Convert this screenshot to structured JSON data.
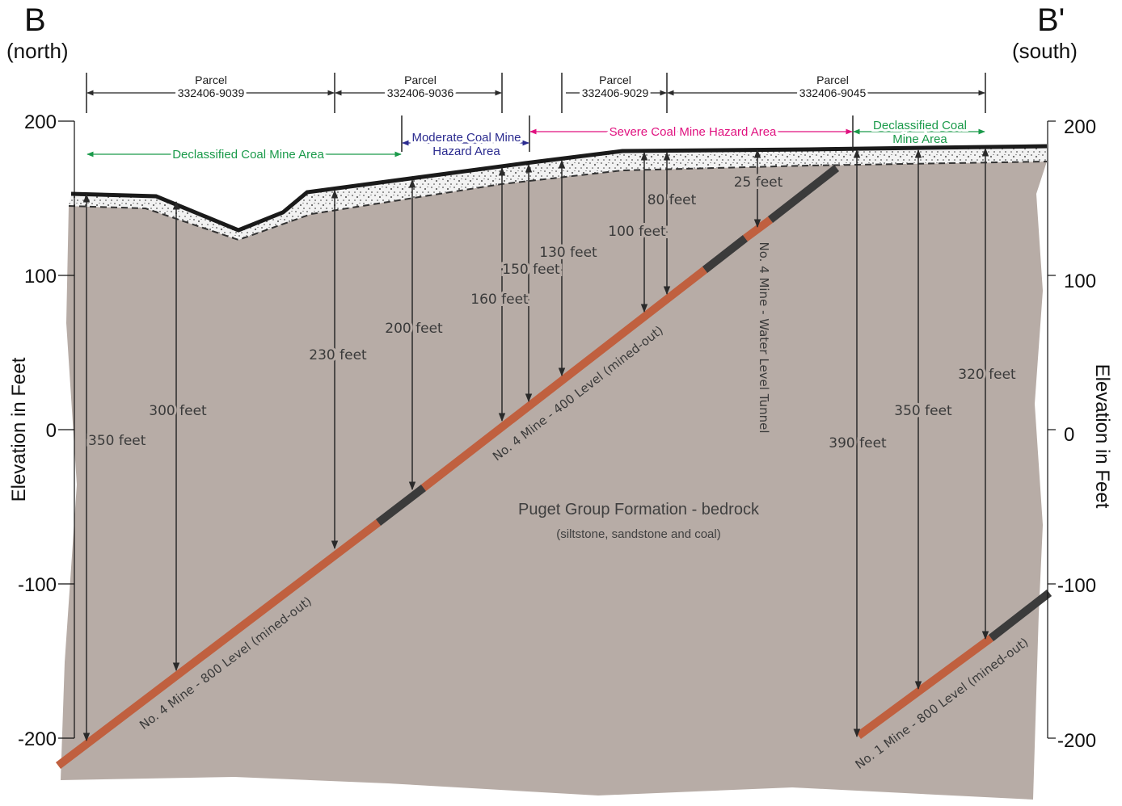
{
  "section": {
    "left_end": "B",
    "left_dir": "(north)",
    "right_end": "B'",
    "right_dir": "(south)"
  },
  "axis": {
    "label_left": "Elevation in Feet",
    "label_right": "Elevation in Feet",
    "ticks": [
      "200",
      "100",
      "0",
      "-100",
      "-200"
    ]
  },
  "parcels": [
    {
      "title": "Parcel",
      "id": "332406-9039"
    },
    {
      "title": "Parcel",
      "id": "332406-9036"
    },
    {
      "title": "Parcel",
      "id": "332406-9029"
    },
    {
      "title": "Parcel",
      "id": "332406-9045"
    }
  ],
  "hazard_areas": [
    {
      "label": "Declassified Coal Mine Area",
      "color": "#1a9a4a"
    },
    {
      "label1": "Moderate Coal Mine",
      "label2": "Hazard Area",
      "color": "#2b2b8f"
    },
    {
      "label": "Severe Coal Mine Hazard Area",
      "color": "#e0117f"
    },
    {
      "label1": "Declassified Coal",
      "label2": "Mine Area",
      "color": "#1a9a4a"
    }
  ],
  "depths": [
    "350 feet",
    "300 feet",
    "230 feet",
    "200 feet",
    "160 feet",
    "150 feet",
    "130 feet",
    "100 feet",
    "80 feet",
    "25 feet",
    "390 feet",
    "350 feet",
    "320 feet"
  ],
  "seams": {
    "no4_800": "No. 4 Mine - 800 Level (mined-out)",
    "no4_400": "No. 4 Mine - 400 Level (mined-out)",
    "no4_tunnel": "No. 4 Mine - Water Level Tunnel",
    "no1_800": "No. 1 Mine - 800 Level (mined-out)"
  },
  "formation": {
    "name": "Puget Group Formation - bedrock",
    "desc": "(siltstone, sandstone and coal)"
  },
  "colors": {
    "bedrock": "#b7aca6",
    "seam_mined": "#c0603f",
    "seam_unmined": "#3b3b3b",
    "surface": "#1a1a1a"
  }
}
